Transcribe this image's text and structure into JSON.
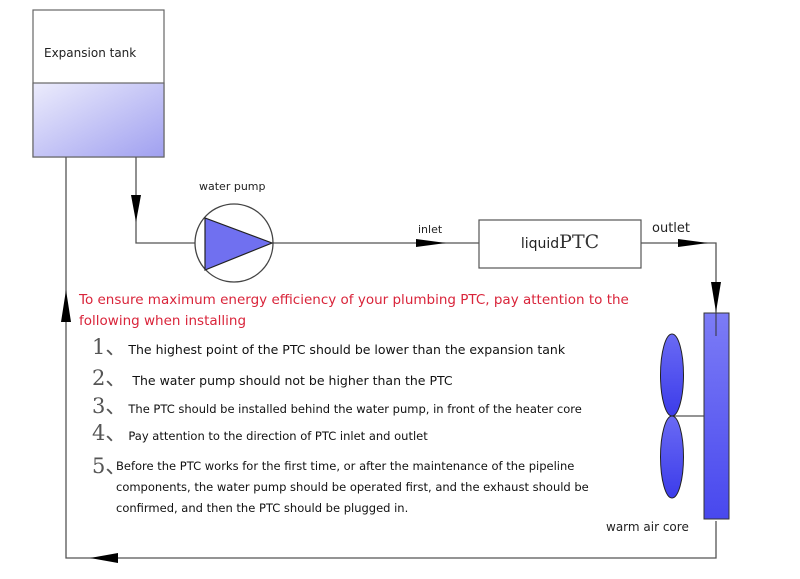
{
  "diagram": {
    "expansion_tank": {
      "label": "Expansion tank",
      "fill_top": "#e8e8fb",
      "fill_bottom": "#a8a8f2"
    },
    "water_pump": {
      "label": "water pump",
      "fill": "#7070f0"
    },
    "ptc": {
      "label_prefix": "liquid",
      "label_main": "PTC"
    },
    "inlet_label": "inlet",
    "outlet_label": "outlet",
    "warm_air_core": {
      "label": "warm air core",
      "fill": "#5a5af0"
    },
    "line_color": "#555555"
  },
  "notice": {
    "text": "To ensure maximum energy efficiency of your plumbing PTC, pay attention to the following when installing",
    "color": "#d9243a"
  },
  "steps": [
    {
      "num": "1、",
      "text": "The highest point of the PTC should be lower than the expansion tank"
    },
    {
      "num": "2、",
      "text": " The water pump should not be higher than the PTC"
    },
    {
      "num": "3、",
      "text": "The PTC should be installed behind the water pump, in front of the heater core"
    },
    {
      "num": "4、",
      "text": "Pay attention to the direction of PTC inlet and outlet"
    },
    {
      "num": "5、",
      "text": "Before the PTC works for the first time, or after the maintenance of the pipeline components, the water pump should be operated first, and the exhaust should be confirmed, and then the PTC should be plugged in."
    }
  ]
}
